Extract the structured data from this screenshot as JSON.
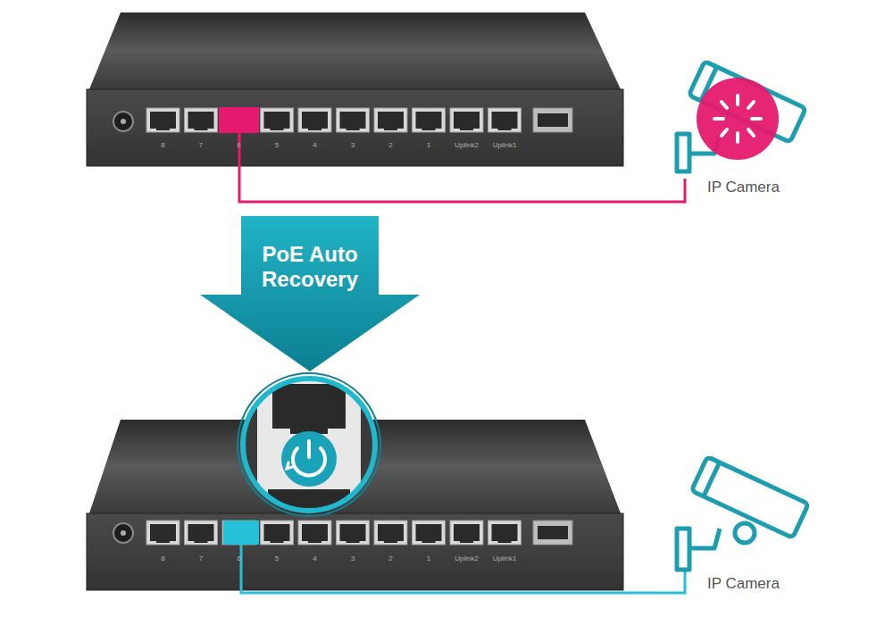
{
  "diagram": {
    "nodes": [
      {
        "text": [
          "PoE Auto Recovery"
        ]
      }
    ],
    "labels": [
      "8",
      "7",
      "6",
      "5",
      "4",
      "3",
      "2",
      "1",
      "Uplink2",
      "Uplink1",
      "IP Camera",
      "8",
      "7",
      "6",
      "5",
      "4",
      "3",
      "2",
      "1",
      "Uplink2",
      "Uplink1",
      "IP Camera"
    ]
  }
}
